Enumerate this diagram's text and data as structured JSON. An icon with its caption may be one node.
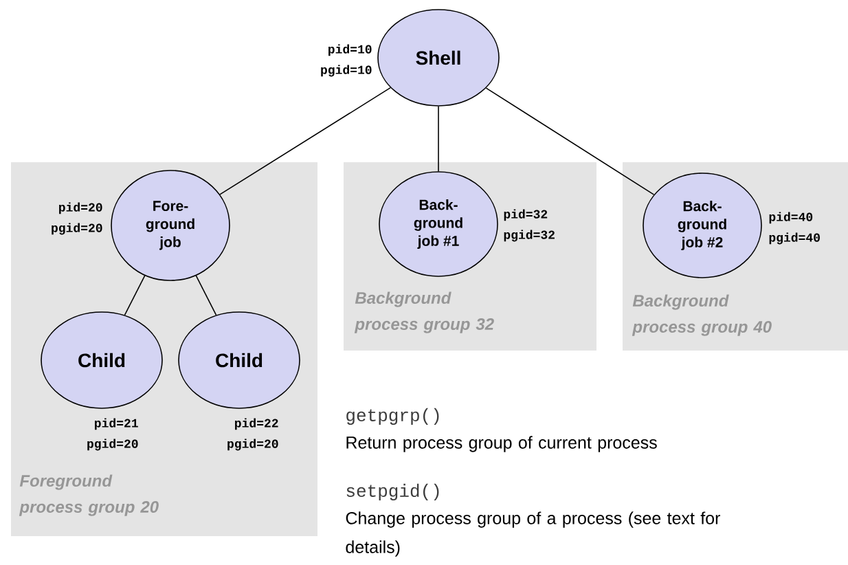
{
  "diagram": {
    "nodes": [
      {
        "text": [
          "Shell"
        ],
        "beside": [
          "pid=10",
          "pgid=10"
        ]
      },
      {
        "text": [
          "Foreground process group 20"
        ]
      },
      {
        "text": [
          "Fore-ground job"
        ],
        "in": 1,
        "beside": [
          "pid=20",
          "pgid=20"
        ]
      },
      {
        "text": [
          "Child"
        ],
        "in": 1,
        "beside": [
          "pid=21",
          "pgid=20"
        ]
      },
      {
        "text": [
          "Child"
        ],
        "in": 1,
        "beside": [
          "pid=22",
          "pgid=20"
        ]
      },
      {
        "text": [
          "Background process group 32"
        ]
      },
      {
        "text": [
          "Back-ground job #1"
        ],
        "in": 5,
        "beside": [
          "pid=32",
          "pgid=32"
        ]
      },
      {
        "text": [
          "Background process group 40"
        ]
      },
      {
        "text": [
          "Back-ground job #2"
        ],
        "in": 7,
        "beside": [
          "pid=40",
          "pgid=40"
        ]
      }
    ],
    "edges": [
      {
        "from": 0,
        "to": 2,
        "arrow": "none"
      },
      {
        "from": 0,
        "to": 6,
        "arrow": "none"
      },
      {
        "from": 0,
        "to": 8,
        "arrow": "none"
      },
      {
        "from": 2,
        "to": 3,
        "arrow": "none"
      },
      {
        "from": 2,
        "to": 4,
        "arrow": "none"
      }
    ],
    "labels": [
      "getpgrp()",
      "Return process group of current process",
      "setpgid()",
      "Change process group of a process (see text for details)"
    ]
  }
}
